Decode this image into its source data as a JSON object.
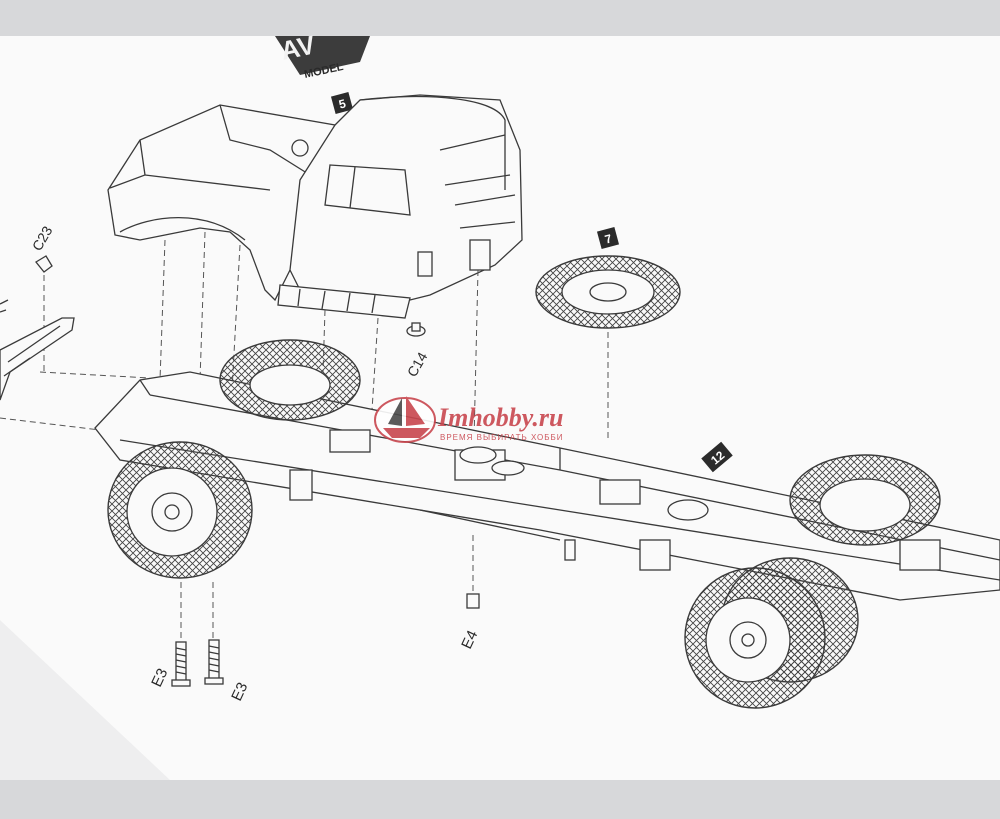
{
  "brand": {
    "logo_letters": "AV",
    "logo_subtext": "MODEL"
  },
  "steps": [
    {
      "number": "5"
    },
    {
      "number": "7"
    },
    {
      "number": "12"
    }
  ],
  "part_labels": {
    "c23": "C23",
    "c14": "C14",
    "e3_left": "E3",
    "e3_right": "E3",
    "e4": "E4"
  },
  "watermark": {
    "brand": "Imhobby.ru",
    "tagline": "ВРЕМЯ ВЫБИРАТЬ ХОББИ"
  },
  "colors": {
    "paper": "#fafafa",
    "shadow": "#d9dadc",
    "ink": "#3a3a3a",
    "step_box": "#2b2b2b",
    "watermark": "#c9474f"
  }
}
